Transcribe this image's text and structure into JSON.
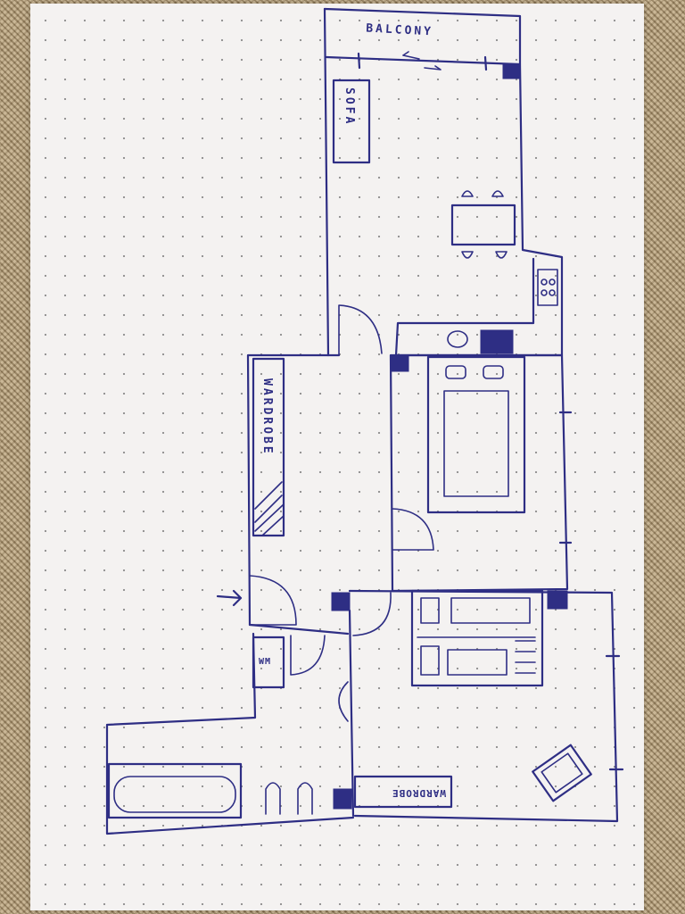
{
  "labels": {
    "balcony": "BALCONY",
    "sofa": "SOFA",
    "wardrobe": "WARDROBE",
    "wardrobe_bedroom": "WARDROBE",
    "wm": "WM"
  },
  "colors": {
    "ink": "#2e2e84",
    "paper": "#f4f2f1",
    "mat": "#b49f7d"
  }
}
